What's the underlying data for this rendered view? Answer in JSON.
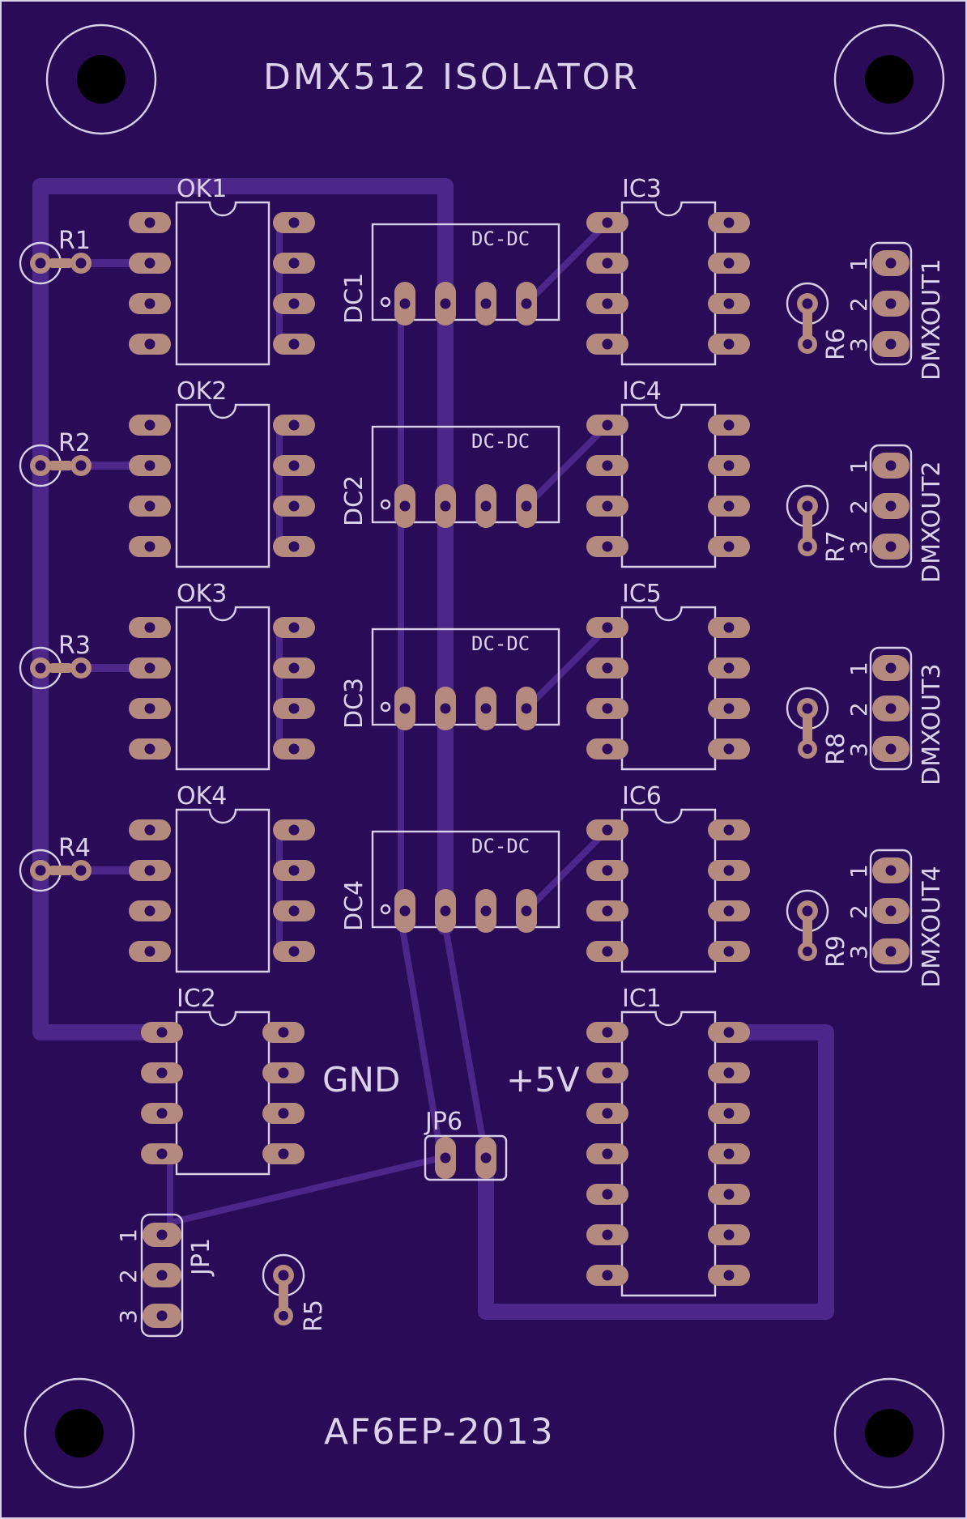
{
  "board": {
    "title": "DMX512 ISOLATOR",
    "footer": "AF6EP-2013",
    "net_labels": {
      "gnd": "GND",
      "vcc": "+5V"
    },
    "colors": {
      "substrate": "#2a0b58",
      "silkscreen": "#d9cfe6",
      "copper": "#b58a7e",
      "trace": "#4c2789",
      "drill": "#000000"
    }
  },
  "optocouplers": [
    "OK1",
    "OK2",
    "OK3",
    "OK4"
  ],
  "resistors_in": [
    "R1",
    "R2",
    "R3",
    "R4"
  ],
  "dcdc": [
    {
      "ref": "DC1",
      "label": "DC-DC"
    },
    {
      "ref": "DC2",
      "label": "DC-DC"
    },
    {
      "ref": "DC3",
      "label": "DC-DC"
    },
    {
      "ref": "DC4",
      "label": "DC-DC"
    }
  ],
  "drivers": [
    "IC3",
    "IC4",
    "IC5",
    "IC6"
  ],
  "resistors_out": [
    "R6",
    "R7",
    "R8",
    "R9"
  ],
  "outputs": [
    "DMXOUT1",
    "DMXOUT2",
    "DMXOUT3",
    "DMXOUT4"
  ],
  "header_pins": [
    "1",
    "2",
    "3"
  ],
  "lower": {
    "ic2": "IC2",
    "ic1": "IC1",
    "jp6": "JP6",
    "jp1": "JP1",
    "r5": "R5"
  }
}
